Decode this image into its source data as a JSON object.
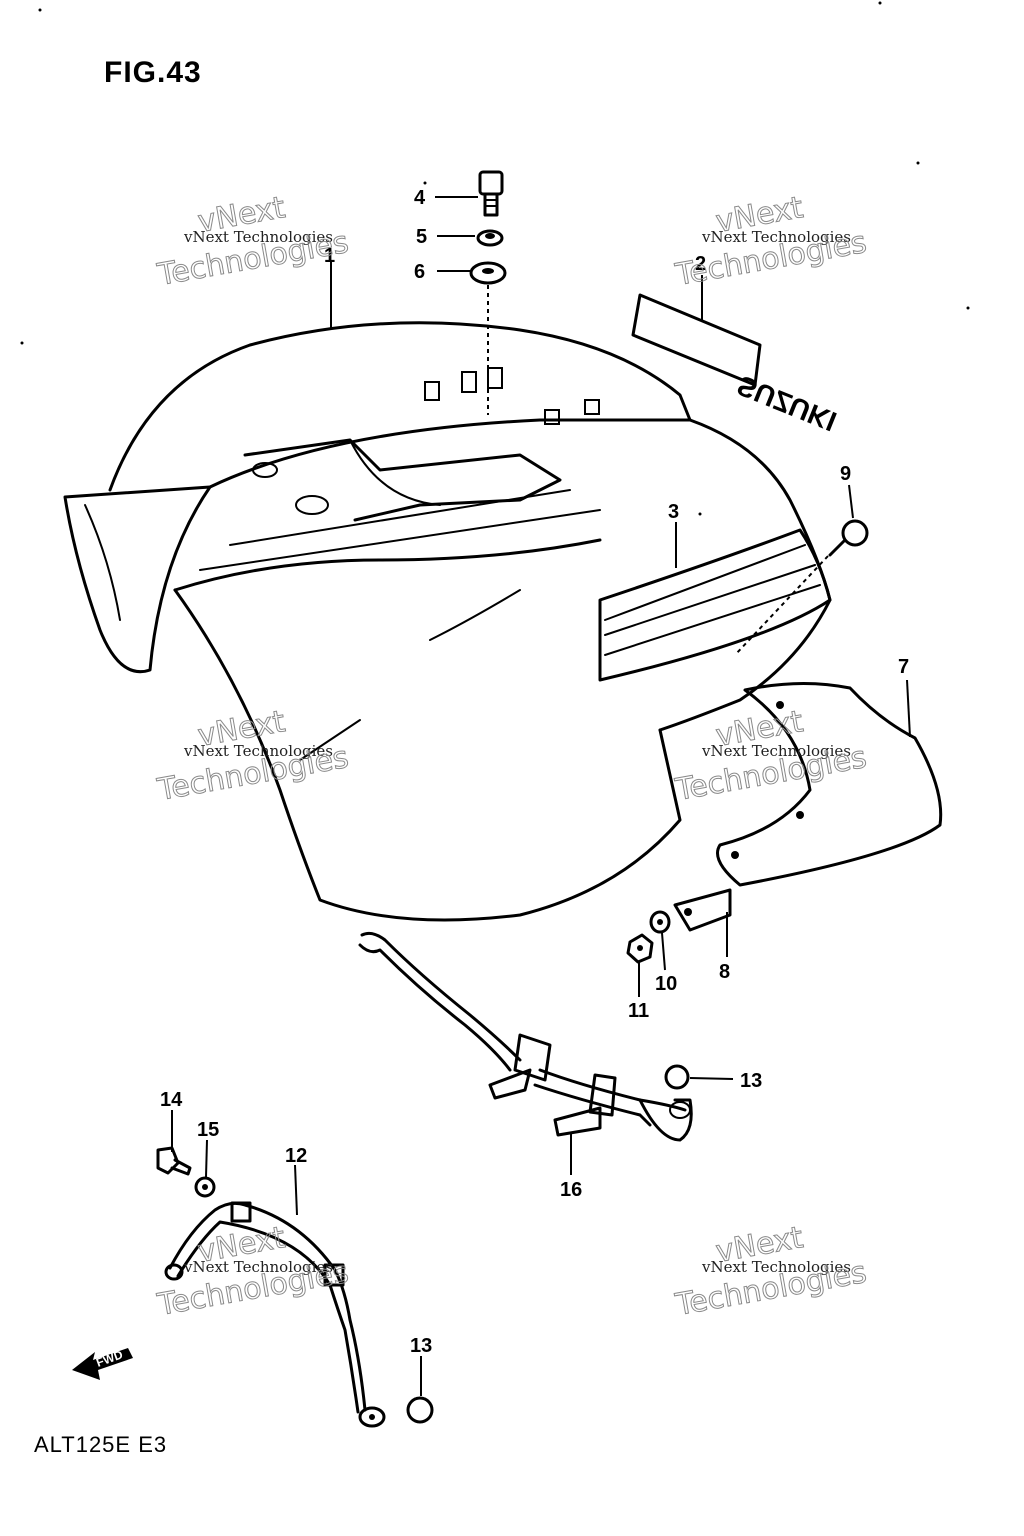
{
  "figure": {
    "title": "FIG.43",
    "model_code": "ALT125E E3"
  },
  "decal_text": "SUZUKI",
  "fwd_arrow_text": "FWD",
  "watermark": {
    "company_small": "vNext Technologies",
    "line1": "vNext",
    "line2": "Technologies"
  },
  "callouts": [
    {
      "id": "callout-1",
      "label": "1"
    },
    {
      "id": "callout-2",
      "label": "2"
    },
    {
      "id": "callout-3",
      "label": "3"
    },
    {
      "id": "callout-4",
      "label": "4"
    },
    {
      "id": "callout-5",
      "label": "5"
    },
    {
      "id": "callout-6",
      "label": "6"
    },
    {
      "id": "callout-7",
      "label": "7"
    },
    {
      "id": "callout-8",
      "label": "8"
    },
    {
      "id": "callout-9",
      "label": "9"
    },
    {
      "id": "callout-10",
      "label": "10"
    },
    {
      "id": "callout-11",
      "label": "11"
    },
    {
      "id": "callout-12",
      "label": "12"
    },
    {
      "id": "callout-13a",
      "label": "13"
    },
    {
      "id": "callout-13b",
      "label": "13"
    },
    {
      "id": "callout-14",
      "label": "14"
    },
    {
      "id": "callout-15",
      "label": "15"
    },
    {
      "id": "callout-16",
      "label": "16"
    }
  ]
}
